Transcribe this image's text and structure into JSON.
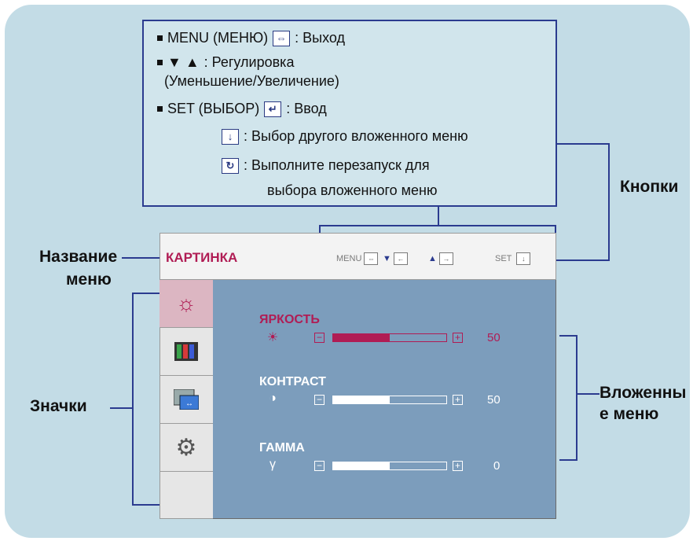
{
  "legend": {
    "line1_pre": "MENU (МЕНЮ)",
    "line1_post": ": Выход",
    "line2_arrows": "▼ ▲",
    "line2_post": ": Регулировка",
    "line3": "(Уменьшение/Увеличение)",
    "line4_pre": "SET (ВЫБОР)",
    "line4_post": ": Ввод",
    "line5_post": ": Выбор другого вложенного меню",
    "line6_post": ": Выполните перезапуск для",
    "line7": "выбора вложенного меню"
  },
  "labels": {
    "buttons": "Кнопки",
    "menu_name_1": "Название",
    "menu_name_2": "меню",
    "icons": "Значки",
    "submenu_1": "Вложенны",
    "submenu_2": "е меню"
  },
  "osd": {
    "title": "КАРТИНКА",
    "hint_menu": "MENU",
    "hint_set": "SET",
    "items": [
      {
        "name": "ЯРКОСТЬ",
        "value": "50",
        "level": 0.5,
        "active": true,
        "icon": "sun-icon"
      },
      {
        "name": "КОНТРАСТ",
        "value": "50",
        "level": 0.5,
        "active": false,
        "icon": "contrast-icon"
      },
      {
        "name": "ГАММА",
        "value": "0",
        "level": 0.5,
        "active": false,
        "icon": "gamma-icon"
      }
    ]
  },
  "colors": {
    "accent": "#b01c54",
    "panel_bg": "#c3dce6",
    "line": "#2b3b8f",
    "osd_main": "#7c9dbc"
  }
}
